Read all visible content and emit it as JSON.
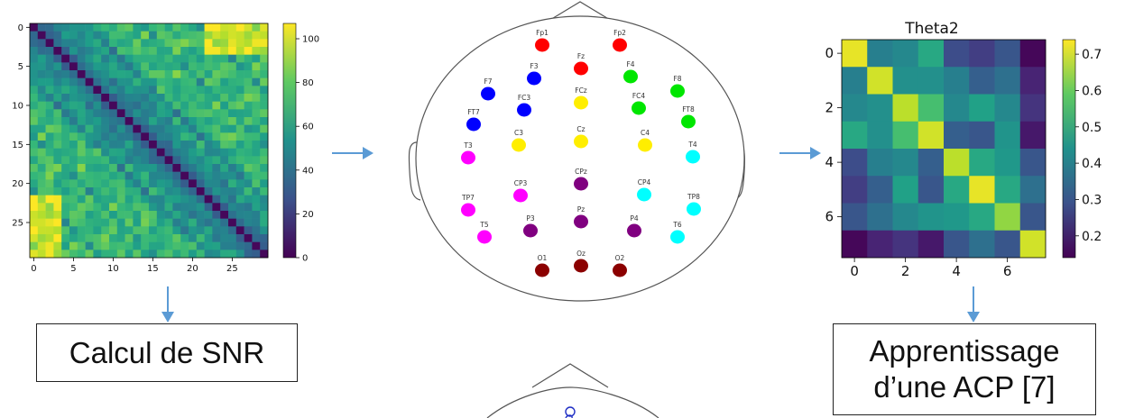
{
  "snr_matrix": {
    "x_ticks": [
      "0",
      "5",
      "10",
      "15",
      "20",
      "25"
    ],
    "y_ticks": [
      "0",
      "5",
      "10",
      "15",
      "20",
      "25"
    ],
    "colorbar_ticks": [
      "100",
      "80",
      "60",
      "40",
      "20",
      "0"
    ],
    "range": [
      0,
      107
    ]
  },
  "montage": {
    "electrodes": [
      {
        "label": "Fp1",
        "color": "#ff0000"
      },
      {
        "label": "Fp2",
        "color": "#ff0000"
      },
      {
        "label": "F3",
        "color": "#0000ff"
      },
      {
        "label": "Fz",
        "color": "#ff0000"
      },
      {
        "label": "F4",
        "color": "#00e600"
      },
      {
        "label": "F7",
        "color": "#0000ff"
      },
      {
        "label": "F8",
        "color": "#00e600"
      },
      {
        "label": "FC3",
        "color": "#0000ff"
      },
      {
        "label": "FCz",
        "color": "#ffee00"
      },
      {
        "label": "FC4",
        "color": "#00e600"
      },
      {
        "label": "FT7",
        "color": "#0000ff"
      },
      {
        "label": "FT8",
        "color": "#00e600"
      },
      {
        "label": "T3",
        "color": "#ff00ff"
      },
      {
        "label": "C3",
        "color": "#ffee00"
      },
      {
        "label": "Cz",
        "color": "#ffee00"
      },
      {
        "label": "C4",
        "color": "#ffee00"
      },
      {
        "label": "T4",
        "color": "#00ffff"
      },
      {
        "label": "CP3",
        "color": "#ff00ff"
      },
      {
        "label": "CPz",
        "color": "#800080"
      },
      {
        "label": "CP4",
        "color": "#00ffff"
      },
      {
        "label": "TP7",
        "color": "#ff00ff"
      },
      {
        "label": "TP8",
        "color": "#00ffff"
      },
      {
        "label": "T5",
        "color": "#ff00ff"
      },
      {
        "label": "P3",
        "color": "#800080"
      },
      {
        "label": "Pz",
        "color": "#800080"
      },
      {
        "label": "P4",
        "color": "#800080"
      },
      {
        "label": "T6",
        "color": "#00ffff"
      },
      {
        "label": "O1",
        "color": "#8b0000"
      },
      {
        "label": "Oz",
        "color": "#8b0000"
      },
      {
        "label": "O2",
        "color": "#8b0000"
      }
    ]
  },
  "theta2_matrix": {
    "title": "Theta2",
    "x_ticks": [
      "0",
      "2",
      "4",
      "6"
    ],
    "y_ticks": [
      "0",
      "2",
      "4",
      "6"
    ],
    "colorbar_ticks": [
      "0.7",
      "0.6",
      "0.5",
      "0.4",
      "0.3",
      "0.2"
    ],
    "range": [
      0.14,
      0.74
    ],
    "values": [
      [
        0.72,
        0.4,
        0.42,
        0.5,
        0.28,
        0.25,
        0.3,
        0.15
      ],
      [
        0.4,
        0.7,
        0.44,
        0.44,
        0.4,
        0.32,
        0.36,
        0.2
      ],
      [
        0.42,
        0.44,
        0.68,
        0.56,
        0.42,
        0.48,
        0.42,
        0.23
      ],
      [
        0.5,
        0.44,
        0.56,
        0.7,
        0.32,
        0.3,
        0.45,
        0.18
      ],
      [
        0.28,
        0.4,
        0.42,
        0.32,
        0.68,
        0.5,
        0.46,
        0.3
      ],
      [
        0.25,
        0.32,
        0.48,
        0.3,
        0.5,
        0.72,
        0.5,
        0.36
      ],
      [
        0.3,
        0.36,
        0.42,
        0.45,
        0.46,
        0.5,
        0.64,
        0.3
      ],
      [
        0.15,
        0.2,
        0.23,
        0.18,
        0.3,
        0.36,
        0.3,
        0.7
      ]
    ]
  },
  "boxes": {
    "snr_label": "Calcul de SNR",
    "acp_line1": "Apprentissage",
    "acp_line2": "d’une ACP [7]"
  },
  "colors": {
    "arrow": "#5b9bd5",
    "head_outline": "#555555"
  }
}
